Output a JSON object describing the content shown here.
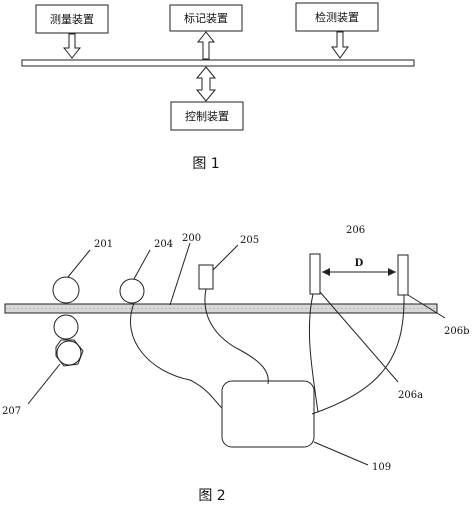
{
  "figure1": {
    "caption": "图 1",
    "boxes": {
      "measure": "测量装置",
      "mark": "标记装置",
      "detect": "检测装置",
      "control": "控制装置"
    }
  },
  "figure2": {
    "caption": "图 2",
    "labels": {
      "roller_201": "201",
      "roller_204": "204",
      "device_200": "200",
      "device_205": "205",
      "detector_206": "206",
      "distance_D": "D",
      "sensor_206a": "206a",
      "sensor_206b": "206b",
      "roller_207": "207",
      "controller_109": "109"
    }
  }
}
